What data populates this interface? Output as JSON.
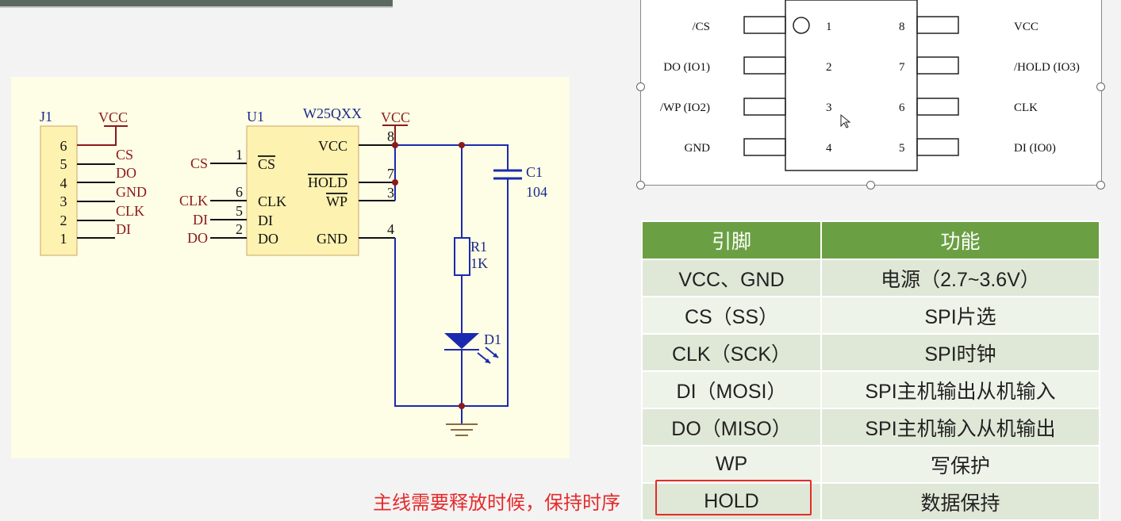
{
  "schematic": {
    "j1": {
      "ref": "J1",
      "pins": [
        "6",
        "5",
        "4",
        "3",
        "2",
        "1"
      ],
      "nets": [
        "CS",
        "DO",
        "GND",
        "CLK",
        "DI"
      ],
      "power": "VCC"
    },
    "u1": {
      "ref": "U1",
      "part": "W25QXX",
      "power": "VCC",
      "left_nets": [
        "CS",
        "CLK",
        "DI",
        "DO"
      ],
      "left_pin_numbers": [
        "1",
        "6",
        "5",
        "2"
      ],
      "left_pins": [
        "CS",
        "CLK",
        "DI",
        "DO"
      ],
      "right_pins": [
        "VCC",
        "HOLD",
        "WP",
        "GND"
      ],
      "right_pin_numbers": [
        "8",
        "7",
        "3",
        "4"
      ]
    },
    "c1": {
      "ref": "C1",
      "value": "104"
    },
    "r1": {
      "ref": "R1",
      "value": "1K"
    },
    "d1": {
      "ref": "D1"
    }
  },
  "pinout": {
    "left": [
      "/CS",
      "DO (IO1)",
      "/WP (IO2)",
      "GND"
    ],
    "left_numbers": [
      "1",
      "2",
      "3",
      "4"
    ],
    "right_numbers": [
      "8",
      "7",
      "6",
      "5"
    ],
    "right": [
      "VCC",
      "/HOLD (IO3)",
      "CLK",
      "DI (IO0)"
    ]
  },
  "table": {
    "headers": [
      "引脚",
      "功能"
    ],
    "rows": [
      [
        "VCC、GND",
        "电源（2.7~3.6V）"
      ],
      [
        "CS（SS）",
        "SPI片选"
      ],
      [
        "CLK（SCK）",
        "SPI时钟"
      ],
      [
        "DI（MOSI）",
        "SPI主机输出从机输入"
      ],
      [
        "DO（MISO）",
        "SPI主机输入从机输出"
      ],
      [
        "WP",
        "写保护"
      ],
      [
        "HOLD",
        "数据保持"
      ]
    ]
  },
  "annotation": "主线需要释放时候，保持时序",
  "colors": {
    "header": "#6aa043",
    "highlight": "#e52b2b",
    "wire": "#1a2ab0",
    "net": "#8b1a1a"
  }
}
